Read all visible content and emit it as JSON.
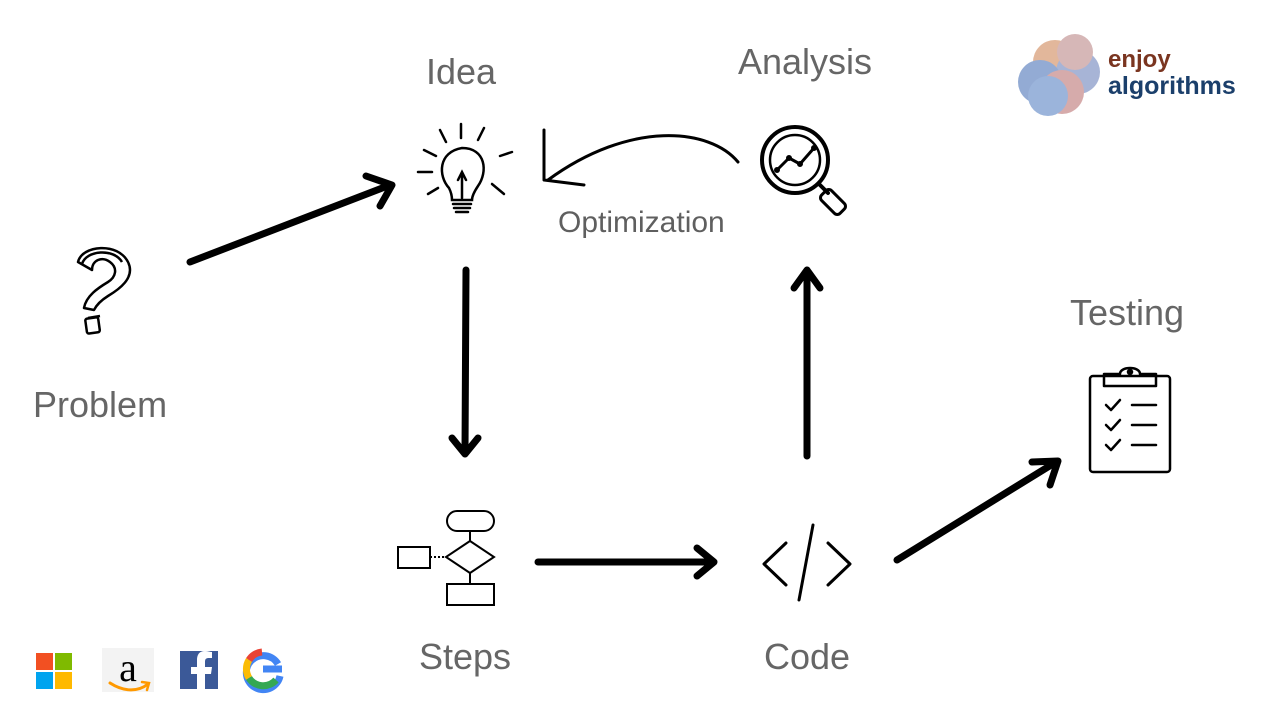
{
  "diagram": {
    "labels": {
      "problem": "Problem",
      "idea": "Idea",
      "analysis": "Analysis",
      "optimization": "Optimization",
      "steps": "Steps",
      "code": "Code",
      "testing": "Testing"
    },
    "colors": {
      "label": "#666666",
      "arrow": "#000000"
    }
  },
  "logo": {
    "line1": "enjoy",
    "line2": "algorithms",
    "colors": [
      "#d9a07a",
      "#8a9cc9",
      "#c98f8f",
      "#6f8fc6"
    ]
  },
  "companies": [
    {
      "name": "microsoft",
      "icon": "microsoft-logo-icon"
    },
    {
      "name": "amazon",
      "icon": "amazon-logo-icon"
    },
    {
      "name": "facebook",
      "icon": "facebook-logo-icon"
    },
    {
      "name": "google",
      "icon": "google-logo-icon"
    }
  ]
}
